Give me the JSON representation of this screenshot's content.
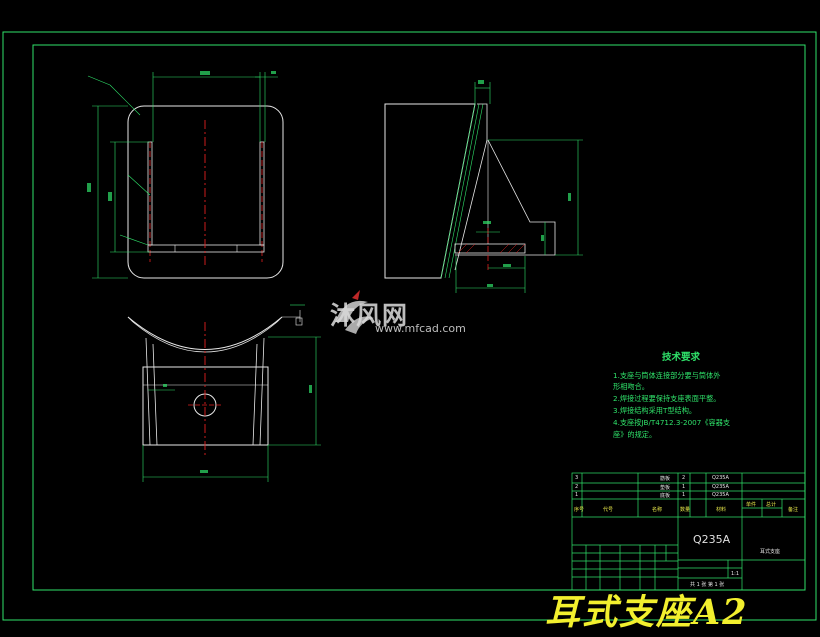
{
  "drawing": {
    "tech_requirements": {
      "title": "技术要求",
      "items": [
        "1.支座与筒体连接部分要与筒体外",
        "形相吻合。",
        "2.焊接过程要保持支座表面平整。",
        "3.焊接结构采用T型结构。",
        "4.支座按JB/T4712.3-2007《容器支",
        "座》的规定。"
      ]
    },
    "watermark": {
      "brand": "沐风网",
      "url": "www.mfcad.com"
    },
    "stamp": "耳式支座A2",
    "title_block": {
      "material": "Q235A",
      "part_name": "耳式支座",
      "scale": "1:1",
      "bom": [
        {
          "no": "3",
          "name": "筋板",
          "qty": "2",
          "material": "Q235A"
        },
        {
          "no": "2",
          "name": "垫板",
          "qty": "1",
          "material": "Q235A"
        },
        {
          "no": "1",
          "name": "底板",
          "qty": "1",
          "material": "Q235A"
        }
      ],
      "headers": {
        "no": "序号",
        "code": "代号",
        "name": "名称",
        "qty": "数量",
        "material": "材料",
        "unit_weight": "单件",
        "total_weight": "总计",
        "remark": "备注"
      },
      "sheet_info": "共 1 张  第 1 张"
    }
  }
}
